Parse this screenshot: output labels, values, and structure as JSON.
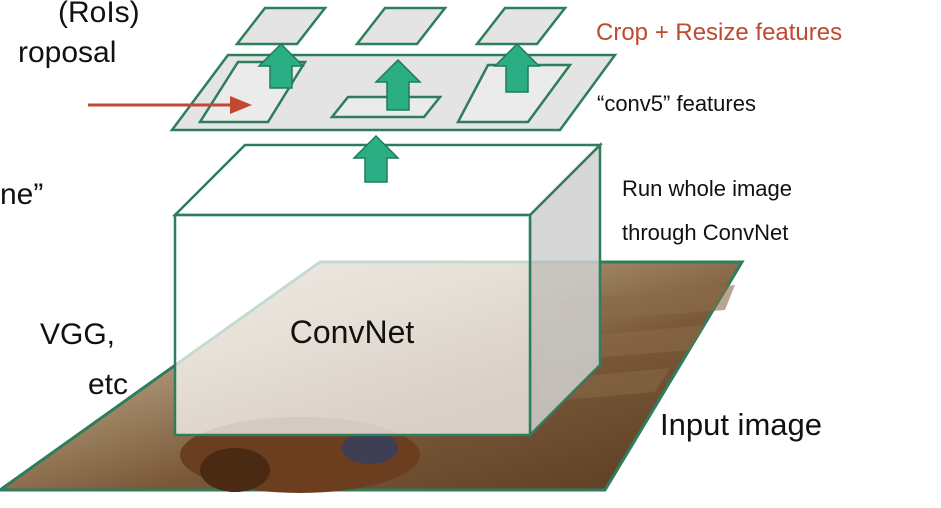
{
  "left_fragments": {
    "line1": "(RoIs)",
    "line2": "roposal",
    "line3": "ne”",
    "line4": "VGG,",
    "line5": "etc"
  },
  "labels": {
    "crop_resize": "Crop + Resize features",
    "conv5": "“conv5” features",
    "run_line1": "Run whole image",
    "run_line2": "through ConvNet",
    "convnet": "ConvNet",
    "input_image": "Input image"
  },
  "colors": {
    "outline": "#2e7d5b",
    "arrow_fill": "#2cae84",
    "proposal_arrow": "#c0492f",
    "crop_text": "#c0492f",
    "feature_plane": "#e4e4e4",
    "cube_side": "#d0d0d0",
    "text": "#111111"
  }
}
